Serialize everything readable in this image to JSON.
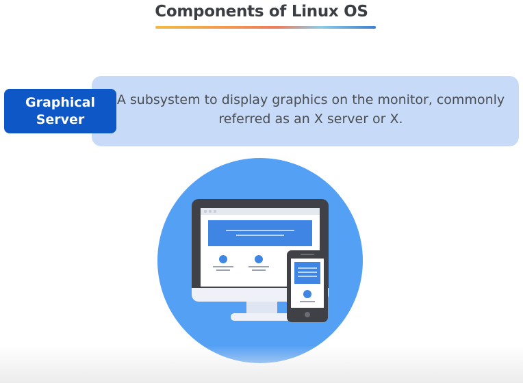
{
  "slide": {
    "title": "Components of Linux OS",
    "label": "Graphical Server",
    "description": "A subsystem to display graphics on the monitor, commonly referred as an X server or X."
  },
  "illustration": {
    "icons": [
      "desktop-monitor-icon",
      "smartphone-icon"
    ],
    "circle_color": "#54a0f5",
    "monitor_frame_color": "#3f4147",
    "accent_color": "#3f86e4"
  }
}
